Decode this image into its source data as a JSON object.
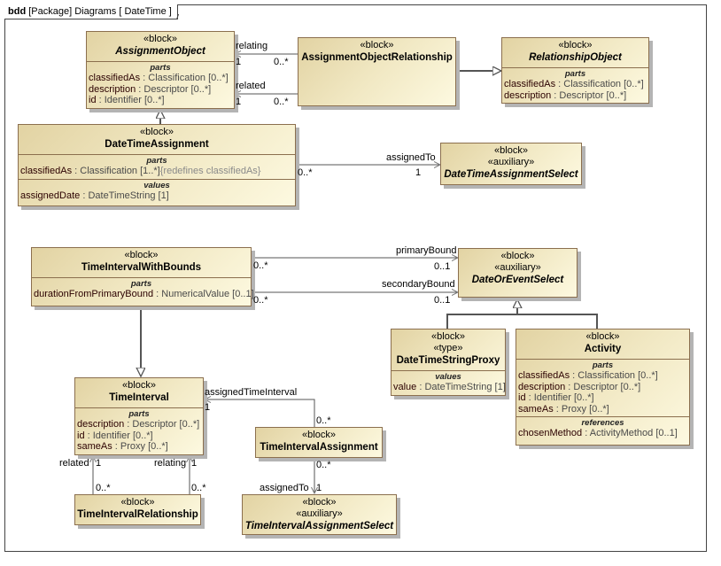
{
  "frame": {
    "kind": "bdd",
    "title": "[Package] Diagrams [ DateTime ]"
  },
  "blocks": {
    "assignmentObject": {
      "stereotypes": [
        "«block»"
      ],
      "name": "AssignmentObject",
      "abstract": true,
      "compartments": [
        {
          "title": "parts",
          "props": [
            {
              "name": "classifiedAs",
              "type": " : Classification [0..*]"
            },
            {
              "name": "description",
              "type": " : Descriptor [0..*]"
            },
            {
              "name": "id",
              "type": " : Identifier [0..*]"
            }
          ]
        }
      ]
    },
    "assignmentObjectRelationship": {
      "stereotypes": [
        "«block»"
      ],
      "name": "AssignmentObjectRelationship",
      "abstract": false,
      "compartments": []
    },
    "relationshipObject": {
      "stereotypes": [
        "«block»"
      ],
      "name": "RelationshipObject",
      "abstract": true,
      "compartments": [
        {
          "title": "parts",
          "props": [
            {
              "name": "classifiedAs",
              "type": " : Classification [0..*]"
            },
            {
              "name": "description",
              "type": " : Descriptor [0..*]"
            }
          ]
        }
      ]
    },
    "dateTimeAssignment": {
      "stereotypes": [
        "«block»"
      ],
      "name": "DateTimeAssignment",
      "abstract": false,
      "compartments": [
        {
          "title": "parts",
          "props": [
            {
              "name": "classifiedAs",
              "type": " : Classification [1..*]",
              "extra": "{redefines classifiedAs}"
            }
          ]
        },
        {
          "title": "values",
          "props": [
            {
              "name": "assignedDate",
              "type": " : DateTimeString [1]"
            }
          ]
        }
      ]
    },
    "dateTimeAssignmentSelect": {
      "stereotypes": [
        "«block»",
        "«auxiliary»"
      ],
      "name": "DateTimeAssignmentSelect",
      "abstract": true,
      "compartments": []
    },
    "timeIntervalWithBounds": {
      "stereotypes": [
        "«block»"
      ],
      "name": "TimeIntervalWithBounds",
      "abstract": false,
      "compartments": [
        {
          "title": "parts",
          "props": [
            {
              "name": "durationFromPrimaryBound",
              "type": " : NumericalValue [0..1]"
            }
          ]
        }
      ]
    },
    "dateOrEventSelect": {
      "stereotypes": [
        "«block»",
        "«auxiliary»"
      ],
      "name": "DateOrEventSelect",
      "abstract": true,
      "compartments": []
    },
    "dateTimeStringProxy": {
      "stereotypes": [
        "«block»",
        "«type»"
      ],
      "name": "DateTimeStringProxy",
      "abstract": false,
      "compartments": [
        {
          "title": "values",
          "props": [
            {
              "name": "value",
              "type": " : DateTimeString [1]"
            }
          ]
        }
      ]
    },
    "activity": {
      "stereotypes": [
        "«block»"
      ],
      "name": "Activity",
      "abstract": false,
      "compartments": [
        {
          "title": "parts",
          "props": [
            {
              "name": "classifiedAs",
              "type": " : Classification [0..*]"
            },
            {
              "name": "description",
              "type": " : Descriptor [0..*]"
            },
            {
              "name": "id",
              "type": " : Identifier [0..*]"
            },
            {
              "name": "sameAs",
              "type": " : Proxy [0..*]"
            }
          ]
        },
        {
          "title": "references",
          "props": [
            {
              "name": "chosenMethod",
              "type": " : ActivityMethod [0..1]"
            }
          ]
        }
      ]
    },
    "timeInterval": {
      "stereotypes": [
        "«block»"
      ],
      "name": "TimeInterval",
      "abstract": false,
      "compartments": [
        {
          "title": "parts",
          "props": [
            {
              "name": "description",
              "type": " : Descriptor [0..*]"
            },
            {
              "name": "id",
              "type": " : Identifier [0..*]"
            },
            {
              "name": "sameAs",
              "type": " : Proxy [0..*]"
            }
          ]
        }
      ]
    },
    "timeIntervalAssignment": {
      "stereotypes": [
        "«block»"
      ],
      "name": "TimeIntervalAssignment",
      "abstract": false,
      "compartments": []
    },
    "timeIntervalRelationship": {
      "stereotypes": [
        "«block»"
      ],
      "name": "TimeIntervalRelationship",
      "abstract": false,
      "compartments": []
    },
    "timeIntervalAssignmentSelect": {
      "stereotypes": [
        "«block»",
        "«auxiliary»"
      ],
      "name": "TimeIntervalAssignmentSelect",
      "abstract": true,
      "compartments": []
    }
  },
  "labels": {
    "aor_relating_role": "relating",
    "aor_relating_target_mult": "1",
    "aor_relating_source_mult": "0..*",
    "aor_related_role": "related",
    "aor_related_target_mult": "1",
    "aor_related_source_mult": "0..*",
    "dta_assignedTo_role": "assignedTo",
    "dta_assignedTo_source_mult": "0..*",
    "dta_assignedTo_target_mult": "1",
    "tiwb_primary_role": "primaryBound",
    "tiwb_primary_source_mult": "0..*",
    "tiwb_primary_target_mult": "0..1",
    "tiwb_secondary_role": "secondaryBound",
    "tiwb_secondary_source_mult": "0..*",
    "tiwb_secondary_target_mult": "0..1",
    "tia_interval_role": "assignedTimeInterval",
    "tia_interval_target_mult": "1",
    "tia_interval_source_mult": "0..*",
    "tia_assignedTo_source_mult": "0..*",
    "tia_assignedTo_role": "assignedTo",
    "tia_assignedTo_target_mult": "1",
    "tir_related_role": "related",
    "tir_related_target_mult": "1",
    "tir_related_source_mult": "0..*",
    "tir_relating_role": "relating",
    "tir_relating_target_mult": "1",
    "tir_relating_source_mult": "0..*"
  },
  "colors": {
    "block_border": "#8b6f4e",
    "block_fill_start": "#e2d3a3",
    "block_fill_end": "#fdf9e0",
    "line": "#555555",
    "frame": "#444444"
  }
}
